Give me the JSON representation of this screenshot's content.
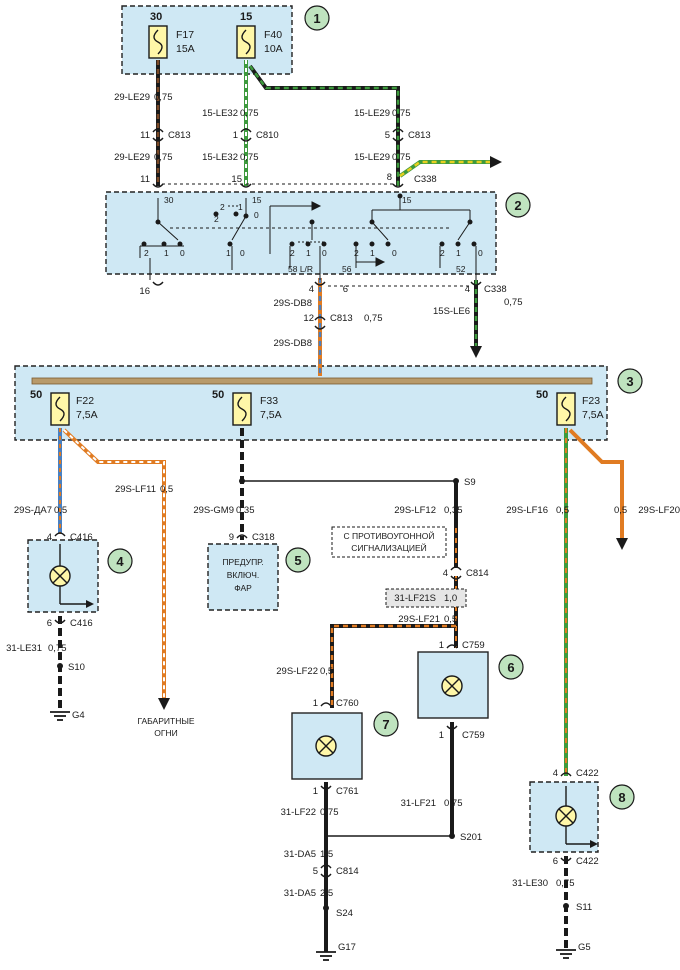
{
  "wire_labels": [
    {
      "id": "w1",
      "text": "29-LE29"
    },
    {
      "id": "w2",
      "text": "15-LE32"
    },
    {
      "id": "w3",
      "text": "15-LE29"
    },
    {
      "id": "w4",
      "text": "29-LE29"
    },
    {
      "id": "w5",
      "text": "15-LE32"
    },
    {
      "id": "w6",
      "text": "15-LE29"
    },
    {
      "id": "w7",
      "text": "29S-DB8"
    },
    {
      "id": "w8",
      "text": "29S-DB8"
    },
    {
      "id": "w9",
      "text": "15S-LE6"
    },
    {
      "id": "w10",
      "text": "29S-ДA7"
    },
    {
      "id": "w11",
      "text": "29S-LF11"
    },
    {
      "id": "w12",
      "text": "29S-GM9"
    },
    {
      "id": "w13",
      "text": "29S-LF12"
    },
    {
      "id": "w14",
      "text": "29S-LF16"
    },
    {
      "id": "w15",
      "text": "29S-LF20"
    },
    {
      "id": "w16",
      "text": "31-LE31"
    },
    {
      "id": "w17",
      "text": "31-LF21S"
    },
    {
      "id": "w18",
      "text": "29S-LF21"
    },
    {
      "id": "w19",
      "text": "29S-LF22"
    },
    {
      "id": "w20",
      "text": "31-LF22"
    },
    {
      "id": "w21",
      "text": "31-LF21"
    },
    {
      "id": "w22",
      "text": "31-DA5"
    },
    {
      "id": "w23",
      "text": "31-DA5"
    },
    {
      "id": "w24",
      "text": "31-LE30"
    }
  ],
  "sizes": [
    {
      "id": "s1",
      "text": "0,75"
    },
    {
      "id": "s2",
      "text": "0,75"
    },
    {
      "id": "s3",
      "text": "0,75"
    },
    {
      "id": "s4",
      "text": "0,75"
    },
    {
      "id": "s5",
      "text": "0,75"
    },
    {
      "id": "s6",
      "text": "0,75"
    },
    {
      "id": "s7",
      "text": "0,75"
    },
    {
      "id": "s8",
      "text": "0,75"
    },
    {
      "id": "s9",
      "text": "0,5"
    },
    {
      "id": "s10",
      "text": "0,5"
    },
    {
      "id": "s11",
      "text": "0,35"
    },
    {
      "id": "s12",
      "text": "0,35"
    },
    {
      "id": "s13",
      "text": "0,5"
    },
    {
      "id": "s14",
      "text": "0,5"
    },
    {
      "id": "s15",
      "text": "0,75"
    },
    {
      "id": "s16",
      "text": "1,0"
    },
    {
      "id": "s17",
      "text": "0,5"
    },
    {
      "id": "s18",
      "text": "0,5"
    },
    {
      "id": "s19",
      "text": "0,75"
    },
    {
      "id": "s20",
      "text": "0,75"
    },
    {
      "id": "s21",
      "text": "1,5"
    },
    {
      "id": "s22",
      "text": "2,5"
    },
    {
      "id": "s23",
      "text": "0,75"
    }
  ],
  "connectors": [
    {
      "id": "c1",
      "text": "C813"
    },
    {
      "id": "c2",
      "text": "C810"
    },
    {
      "id": "c3",
      "text": "C813"
    },
    {
      "id": "c4",
      "text": "C338"
    },
    {
      "id": "c5",
      "text": "C338"
    },
    {
      "id": "c6",
      "text": "C813"
    },
    {
      "id": "c7",
      "text": "C416"
    },
    {
      "id": "c8",
      "text": "C416"
    },
    {
      "id": "c9",
      "text": "C318"
    },
    {
      "id": "c10",
      "text": "C814"
    },
    {
      "id": "c11",
      "text": "C759"
    },
    {
      "id": "c12",
      "text": "C759"
    },
    {
      "id": "c13",
      "text": "C760"
    },
    {
      "id": "c14",
      "text": "C761"
    },
    {
      "id": "c15",
      "text": "C814"
    },
    {
      "id": "c16",
      "text": "C422"
    },
    {
      "id": "c17",
      "text": "C422"
    }
  ],
  "pins": [
    {
      "id": "p1",
      "text": "11"
    },
    {
      "id": "p2",
      "text": "1"
    },
    {
      "id": "p3",
      "text": "5"
    },
    {
      "id": "p4",
      "text": "11"
    },
    {
      "id": "p5",
      "text": "15"
    },
    {
      "id": "p6",
      "text": "8"
    },
    {
      "id": "p7",
      "text": "16"
    },
    {
      "id": "p8",
      "text": "4"
    },
    {
      "id": "p9",
      "text": "6"
    },
    {
      "id": "p10",
      "text": "4"
    },
    {
      "id": "p11",
      "text": "12"
    },
    {
      "id": "p12",
      "text": "4"
    },
    {
      "id": "p13",
      "text": "6"
    },
    {
      "id": "p14",
      "text": "9"
    },
    {
      "id": "p15",
      "text": "4"
    },
    {
      "id": "p16",
      "text": "1"
    },
    {
      "id": "p17",
      "text": "1"
    },
    {
      "id": "p18",
      "text": "1"
    },
    {
      "id": "p19",
      "text": "1"
    },
    {
      "id": "p20",
      "text": "5"
    },
    {
      "id": "p21",
      "text": "4"
    },
    {
      "id": "p22",
      "text": "6"
    }
  ],
  "switch_labels": [
    {
      "id": "k1",
      "text": "30"
    },
    {
      "id": "k2",
      "text": "2"
    },
    {
      "id": "k3",
      "text": "1"
    },
    {
      "id": "k4",
      "text": "0"
    },
    {
      "id": "k5",
      "text": "15"
    },
    {
      "id": "k6",
      "text": "2"
    },
    {
      "id": "k7",
      "text": "1"
    },
    {
      "id": "k8",
      "text": "0"
    },
    {
      "id": "k9",
      "text": "15"
    },
    {
      "id": "k10",
      "text": "2"
    },
    {
      "id": "k11",
      "text": "1"
    },
    {
      "id": "k12",
      "text": "0"
    },
    {
      "id": "k13",
      "text": "2"
    },
    {
      "id": "k14",
      "text": "1"
    },
    {
      "id": "k15",
      "text": "0"
    },
    {
      "id": "k16",
      "text": "2"
    },
    {
      "id": "k17",
      "text": "1"
    },
    {
      "id": "k18",
      "text": "0"
    },
    {
      "id": "k19",
      "text": "2"
    },
    {
      "id": "k20",
      "text": "1"
    },
    {
      "id": "k21",
      "text": "0"
    },
    {
      "id": "k22",
      "text": "58 L/R"
    },
    {
      "id": "k23",
      "text": "56"
    },
    {
      "id": "k24",
      "text": "52"
    }
  ],
  "fuses": [
    {
      "id": "f17",
      "pin": "30",
      "name": "F17",
      "rating": "15A"
    },
    {
      "id": "f40",
      "pin": "15",
      "name": "F40",
      "rating": "10A"
    },
    {
      "id": "f22",
      "pin": "50",
      "name": "F22",
      "rating": "7,5A"
    },
    {
      "id": "f33",
      "pin": "50",
      "name": "F33",
      "rating": "7,5A"
    },
    {
      "id": "f23",
      "pin": "50",
      "name": "F23",
      "rating": "7,5A"
    }
  ],
  "splices": [
    {
      "id": "sp1",
      "text": "S9"
    },
    {
      "id": "sp2",
      "text": "S10"
    },
    {
      "id": "sp3",
      "text": "S201"
    },
    {
      "id": "sp4",
      "text": "S24"
    },
    {
      "id": "sp5",
      "text": "S11"
    }
  ],
  "grounds": [
    {
      "id": "g1",
      "text": "G4"
    },
    {
      "id": "g2",
      "text": "G17"
    },
    {
      "id": "g3",
      "text": "G5"
    }
  ],
  "notes": {
    "alarm_line1": "С ПРОТИВОУГОННОЙ",
    "alarm_line2": "СИГНАЛИЗАЦИЕЙ",
    "warn_line1": "ПРЕДУПР.",
    "warn_line2": "ВКЛЮЧ.",
    "warn_line3": "ФАР",
    "side_line1": "ГАБАРИТНЫЕ",
    "side_line2": "ОГНИ"
  },
  "callouts": [
    "1",
    "2",
    "3",
    "4",
    "5",
    "6",
    "7",
    "8"
  ],
  "colors": {
    "module_fill": "#cfe8f4",
    "module_stroke": "#222222",
    "callout_fill": "#bfe3bf",
    "wire_brown": "#7a4a28",
    "wire_orange": "#e07b22",
    "wire_green": "#3d9a3d",
    "wire_yellow": "#e8d020",
    "wire_blue": "#4a80c0",
    "wire_black": "#1a1a1a",
    "busbar": "#b89a6a"
  }
}
